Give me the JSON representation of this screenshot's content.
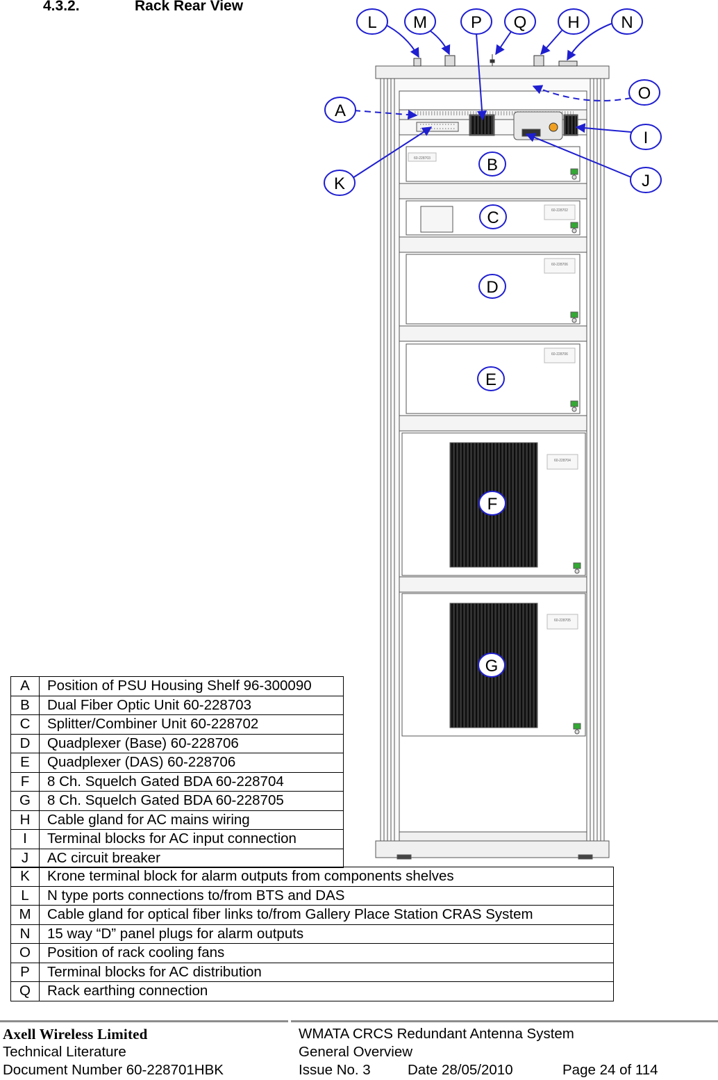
{
  "section": {
    "number": "4.3.2.",
    "title": "Rack Rear View"
  },
  "callouts": [
    "L",
    "M",
    "P",
    "Q",
    "H",
    "N",
    "O",
    "A",
    "I",
    "K",
    "J",
    "B",
    "C",
    "D",
    "E",
    "F",
    "G"
  ],
  "unit_labels": {
    "B": "60-228703",
    "C": "60-228702",
    "D": "60-228706",
    "E": "60-228706",
    "F": "60-228704",
    "G": "60-228705"
  },
  "legend": [
    {
      "key": "A",
      "text": "Position of PSU Housing Shelf 96-300090"
    },
    {
      "key": "B",
      "text": "Dual Fiber Optic Unit 60-228703"
    },
    {
      "key": "C",
      "text": "Splitter/Combiner Unit 60-228702"
    },
    {
      "key": "D",
      "text": "Quadplexer (Base) 60-228706"
    },
    {
      "key": "E",
      "text": "Quadplexer (DAS) 60-228706"
    },
    {
      "key": "F",
      "text": "8 Ch. Squelch Gated BDA 60-228704"
    },
    {
      "key": "G",
      "text": "8 Ch. Squelch Gated BDA 60-228705"
    },
    {
      "key": "H",
      "text": "Cable gland for AC mains wiring"
    },
    {
      "key": "I",
      "text": "Terminal blocks for AC input connection"
    },
    {
      "key": "J",
      "text": "AC circuit breaker"
    },
    {
      "key": "K",
      "text": "Krone terminal block for alarm outputs from components shelves"
    },
    {
      "key": "L",
      "text": "N type ports connections to/from BTS and DAS"
    },
    {
      "key": "M",
      "text": "Cable gland for optical fiber links to/from Gallery Place Station CRAS System"
    },
    {
      "key": "N",
      "text": "15 way “D” panel plugs for alarm outputs"
    },
    {
      "key": "O",
      "text": "Position of rack cooling fans"
    },
    {
      "key": "P",
      "text": "Terminal blocks for AC distribution"
    },
    {
      "key": "Q",
      "text": "Rack earthing connection"
    }
  ],
  "footer": {
    "company": "Axell Wireless Limited",
    "literature": "Technical Literature",
    "document_number": "Document Number 60-228701HBK",
    "system": "WMATA CRCS Redundant Antenna System",
    "overview": "General Overview",
    "issue": "Issue No. 3",
    "date": "Date 28/05/2010",
    "page": "Page 24 of 114"
  },
  "colors": {
    "callout_stroke": "#1f1fd0",
    "arrow": "#1f1fd0",
    "rack_line": "#555555",
    "heatsink": "#1e1e1e"
  }
}
